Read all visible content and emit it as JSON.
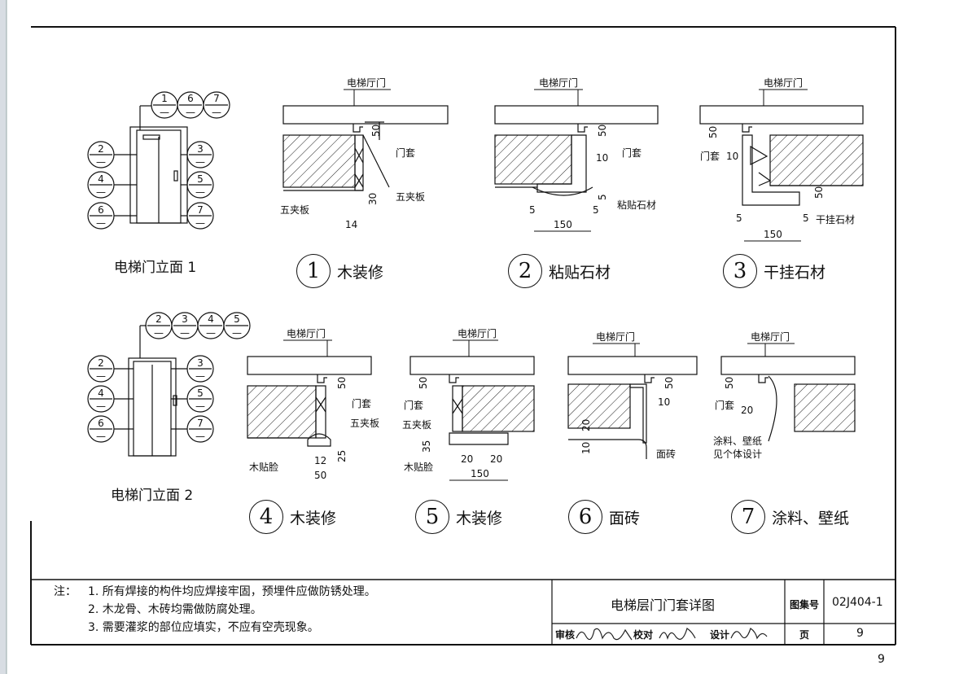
{
  "drawing_title": "电梯层门门套详图",
  "atlas_label": "图集号",
  "atlas_number": "02J404-1",
  "page_label": "页",
  "page_number": "9",
  "page_footer": "9",
  "review_label": "审核",
  "check_label": "校对",
  "design_label": "设计",
  "notes": {
    "heading": "注：",
    "items": [
      "1. 所有焊接的构件均应焊接牢固，预埋件应做防锈处理。",
      "2. 木龙骨、木砖均需做防腐处理。",
      "3. 需要灌浆的部位应填实，不应有空壳现象。"
    ]
  },
  "elevations": [
    {
      "title": "电梯门立面 1",
      "top_refs": [
        "1",
        "6",
        "7"
      ],
      "left_refs": [
        "2",
        "4",
        "6"
      ],
      "right_refs": [
        "3",
        "5",
        "7"
      ],
      "sub": "—"
    },
    {
      "title": "电梯门立面 2",
      "top_refs": [
        "2",
        "3",
        "4",
        "5"
      ],
      "left_refs": [
        "2",
        "4",
        "6"
      ],
      "right_refs": [
        "3",
        "5",
        "7"
      ],
      "sub": "—"
    }
  ],
  "details": [
    {
      "num": "1",
      "name": "木装修"
    },
    {
      "num": "2",
      "name": "粘贴石材"
    },
    {
      "num": "3",
      "name": "干挂石材"
    },
    {
      "num": "4",
      "name": "木装修"
    },
    {
      "num": "5",
      "name": "木装修"
    },
    {
      "num": "6",
      "name": "面砖"
    },
    {
      "num": "7",
      "name": "涂料、壁纸"
    }
  ],
  "labels": {
    "hall_door": "电梯厅门",
    "door_frame": "门套",
    "plywood": "五夹板",
    "stone_glued": "粘贴石材",
    "stone_hung": "干挂石材",
    "wood_trim": "木贴脸",
    "tile": "面砖",
    "paint": "涂料、壁纸",
    "see_design": "见个体设计"
  },
  "dims": {
    "d50": "50",
    "d30": "30",
    "d14": "14",
    "d10": "10",
    "d5": "5",
    "d150": "150",
    "d25": "25",
    "d12": "12",
    "d35": "35",
    "d20": "20"
  }
}
